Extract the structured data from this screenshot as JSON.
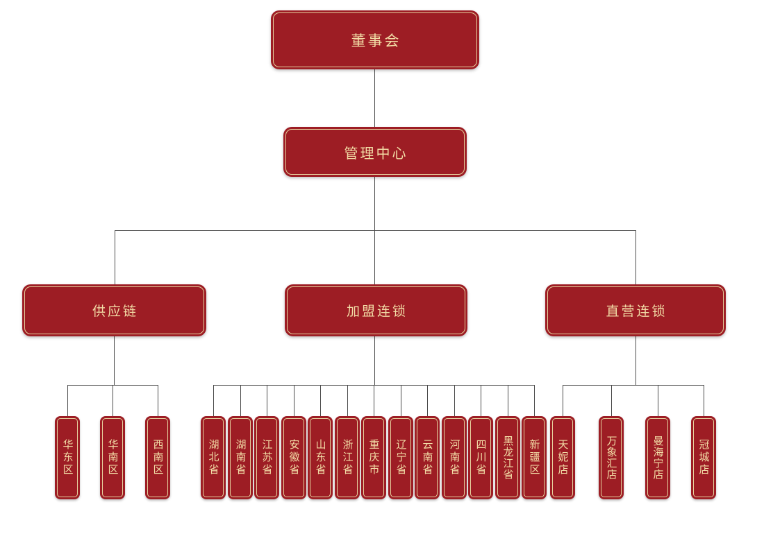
{
  "org": {
    "root": {
      "label": "董事会"
    },
    "level2": {
      "label": "管理中心"
    },
    "branches": [
      {
        "label": "供应链",
        "children": [
          {
            "label": "华东区"
          },
          {
            "label": "华南区"
          },
          {
            "label": "西南区"
          }
        ]
      },
      {
        "label": "加盟连锁",
        "children": [
          {
            "label": "湖北省"
          },
          {
            "label": "湖南省"
          },
          {
            "label": "江苏省"
          },
          {
            "label": "安徽省"
          },
          {
            "label": "山东省"
          },
          {
            "label": "浙江省"
          },
          {
            "label": "重庆市"
          },
          {
            "label": "辽宁省"
          },
          {
            "label": "云南省"
          },
          {
            "label": "河南省"
          },
          {
            "label": "四川省"
          },
          {
            "label": "黑龙江省"
          },
          {
            "label": "新疆区"
          }
        ]
      },
      {
        "label": "直营连锁",
        "children": [
          {
            "label": "天妮店"
          },
          {
            "label": "万象汇店"
          },
          {
            "label": "曼海宁店"
          },
          {
            "label": "冠城店"
          }
        ]
      }
    ]
  },
  "colors": {
    "node_fill": "#9d1d24",
    "node_text": "#f2dca6",
    "node_inner_border": "#e6d09e",
    "connector": "#4a4a4a",
    "background": "#ffffff"
  }
}
